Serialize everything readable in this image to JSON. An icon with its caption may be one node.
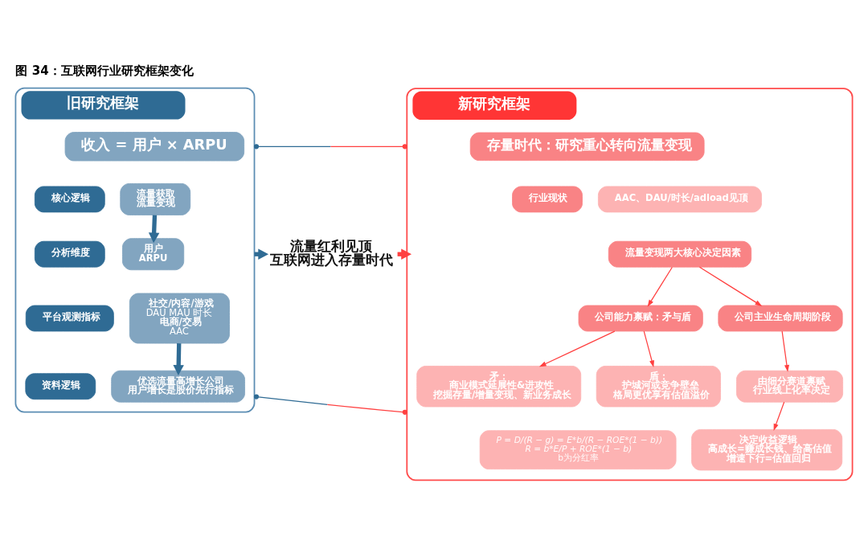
{
  "diagram": {
    "title": "图 34：互联网行业研究框架变化",
    "nodes": [
      {
        "text": [
          "旧研究框架"
        ]
      },
      {
        "text": [
          "收入 = 用户 × ARPU"
        ],
        "in": 0
      },
      {
        "text": [
          "核心逻辑"
        ],
        "in": 0
      },
      {
        "text": [
          "流量获取",
          "流量变现"
        ],
        "in": 0
      },
      {
        "text": [
          "分析维度"
        ],
        "in": 0
      },
      {
        "text": [
          "用户",
          "ARPU"
        ],
        "in": 0
      },
      {
        "text": [
          "平台观测指标"
        ],
        "in": 0
      },
      {
        "text": [
          "社交/内容/游戏",
          "DAU MAU 时长",
          "电商/交易",
          "AAC"
        ],
        "in": 0
      },
      {
        "text": [
          "资料逻辑"
        ],
        "in": 0
      },
      {
        "text": [
          "优选流量高增长公司",
          "用户增长是股价先行指标"
        ],
        "in": 0
      },
      {
        "text": [
          "流量红利见顶",
          "互联网进入存量时代"
        ]
      },
      {
        "text": [
          "新研究框架"
        ]
      },
      {
        "text": [
          "存量时代：研究重心转向流量变现"
        ],
        "in": 11
      },
      {
        "text": [
          "行业现状"
        ],
        "in": 11
      },
      {
        "text": [
          "AAC、DAU/时长/adload见顶"
        ],
        "in": 11
      },
      {
        "text": [
          "流量变现两大核心决定因素"
        ],
        "in": 11
      },
      {
        "text": [
          "公司能力禀赋：矛与盾"
        ],
        "in": 11
      },
      {
        "text": [
          "公司主业生命周期阶段"
        ],
        "in": 11
      },
      {
        "text": [
          "矛：",
          "商业模式延展性&进攻性",
          "挖掘存量/增量变现、新业务成长"
        ],
        "in": 11
      },
      {
        "text": [
          "盾：",
          "护城河或竞争壁垒",
          "格局更优享有估值溢价"
        ],
        "in": 11
      },
      {
        "text": [
          "由细分赛道禀赋",
          "行业线上化率决定"
        ],
        "in": 11
      },
      {
        "text": [
          "P = D/(R − g) = E*b/(R − ROE*(1 − b))",
          "R = b*E/P + ROE*(1 − b)",
          "b为分红率"
        ],
        "in": 11
      },
      {
        "text": [
          "决定收益逻辑",
          "高成长=赚成长钱、给高估值",
          "增速下行=估值回归"
        ],
        "in": 11
      }
    ],
    "edges": [
      {
        "from": 3,
        "to": 5,
        "arrow": "to",
        "style": "thick",
        "color": "#2f6b94"
      },
      {
        "from": 7,
        "to": 9,
        "arrow": "to",
        "style": "thick",
        "color": "#2f6b94"
      },
      {
        "from": 0,
        "to": 10,
        "arrow": "to",
        "style": "thick",
        "color": "#2f6b94"
      },
      {
        "from": 10,
        "to": 11,
        "arrow": "to",
        "style": "thick"
      },
      {
        "from": 0,
        "to": 11,
        "arrow": "other"
      },
      {
        "from": 0,
        "to": 11,
        "arrow": "other"
      },
      {
        "from": 15,
        "to": 16,
        "arrow": "to"
      },
      {
        "from": 15,
        "to": 17,
        "arrow": "to"
      },
      {
        "from": 16,
        "to": 18,
        "arrow": "to"
      },
      {
        "from": 16,
        "to": 19,
        "arrow": "to"
      },
      {
        "from": 17,
        "to": 20,
        "arrow": "to"
      },
      {
        "from": 20,
        "to": 22,
        "arrow": "to"
      }
    ]
  }
}
